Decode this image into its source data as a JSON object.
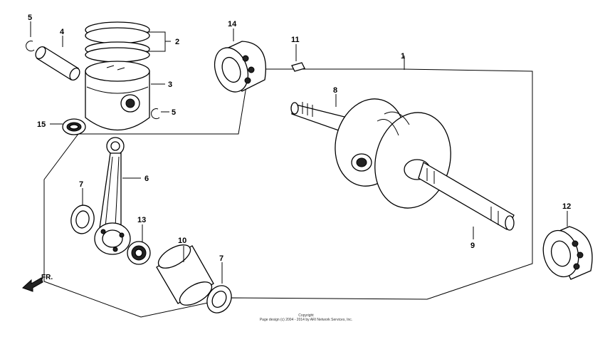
{
  "callouts": {
    "c1": "1",
    "c2": "2",
    "c3": "3",
    "c4": "4",
    "c5a": "5",
    "c5b": "5",
    "c6": "6",
    "c7a": "7",
    "c7b": "7",
    "c8": "8",
    "c9": "9",
    "c10": "10",
    "c11": "11",
    "c12": "12",
    "c13": "13",
    "c14": "14",
    "c15": "15"
  },
  "direction_label": "FR.",
  "copyright": {
    "line1": "Copyright",
    "line2": "Page design (c) 2004 - 2014 by ARI Network Services, Inc."
  },
  "colors": {
    "ink": "#000000",
    "background": "#ffffff"
  }
}
